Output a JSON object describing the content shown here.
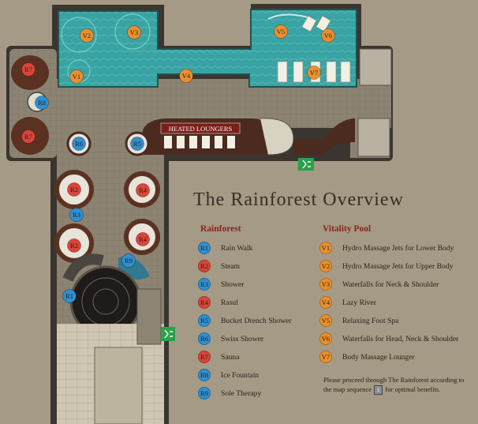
{
  "title": "The Rainforest Overview",
  "map_labels": {
    "heated_loungers": "HEATED LOUNGERS"
  },
  "rainforest": {
    "heading": "Rainforest",
    "color": "#2f8fd0",
    "items": [
      {
        "code": "R1",
        "label": "Rain Walk",
        "color": "#2f8fd0"
      },
      {
        "code": "R2",
        "label": "Steam",
        "color": "#d9453a"
      },
      {
        "code": "R3",
        "label": "Shower",
        "color": "#2f8fd0"
      },
      {
        "code": "R4",
        "label": "Rasul",
        "color": "#d9453a"
      },
      {
        "code": "R5",
        "label": "Bucket Drench Shower",
        "color": "#2f8fd0"
      },
      {
        "code": "R6",
        "label": "Swiss Shower",
        "color": "#2f8fd0"
      },
      {
        "code": "R7",
        "label": "Sauna",
        "color": "#d9453a"
      },
      {
        "code": "R8",
        "label": "Ice Fountain",
        "color": "#2f8fd0"
      },
      {
        "code": "R9",
        "label": "Sole Therapy",
        "color": "#2f8fd0"
      }
    ]
  },
  "vitality_pool": {
    "heading": "Vitality Pool",
    "color": "#e8902f",
    "items": [
      {
        "code": "V1",
        "label": "Hydro Massage Jets for Lower Body"
      },
      {
        "code": "V2",
        "label": "Hydro Massage Jets for Upper Body"
      },
      {
        "code": "V3",
        "label": "Waterfalls for Neck & Shoulder"
      },
      {
        "code": "V4",
        "label": "Lazy River"
      },
      {
        "code": "V5",
        "label": "Relaxing Foot Spa"
      },
      {
        "code": "V6",
        "label": "Waterfalls for Head, Neck & Shoulder"
      },
      {
        "code": "V7",
        "label": "Body Massage Lounger"
      }
    ]
  },
  "note": {
    "before": "Please proceed through The Rainforest according to the map sequence",
    "seq": "1",
    "after": "for optimal benefits."
  },
  "map_markers": [
    {
      "code": "V1",
      "kind": "vitality"
    },
    {
      "code": "V2",
      "kind": "vitality"
    },
    {
      "code": "V3",
      "kind": "vitality"
    },
    {
      "code": "V4",
      "kind": "vitality"
    },
    {
      "code": "V5",
      "kind": "vitality"
    },
    {
      "code": "V6",
      "kind": "vitality"
    },
    {
      "code": "V7",
      "kind": "vitality"
    },
    {
      "code": "R7",
      "kind": "heat"
    },
    {
      "code": "R8",
      "kind": "cool"
    },
    {
      "code": "R7",
      "kind": "heat"
    },
    {
      "code": "R6",
      "kind": "cool"
    },
    {
      "code": "R5",
      "kind": "cool"
    },
    {
      "code": "R2",
      "kind": "heat"
    },
    {
      "code": "R4",
      "kind": "heat"
    },
    {
      "code": "R3",
      "kind": "cool"
    },
    {
      "code": "R2",
      "kind": "heat"
    },
    {
      "code": "R4",
      "kind": "heat"
    },
    {
      "code": "R9",
      "kind": "cool"
    },
    {
      "code": "R1",
      "kind": "cool"
    }
  ],
  "colors": {
    "background": "#a49a86",
    "pool_water": "#3ca5a4",
    "floor": "#8f8676",
    "title": "#3b2c22",
    "heading": "#8a2418",
    "vitality_badge": "#e8902f",
    "heat_badge": "#d9453a",
    "cool_badge": "#2f8fd0",
    "exit_sign": "#2aa14a"
  }
}
